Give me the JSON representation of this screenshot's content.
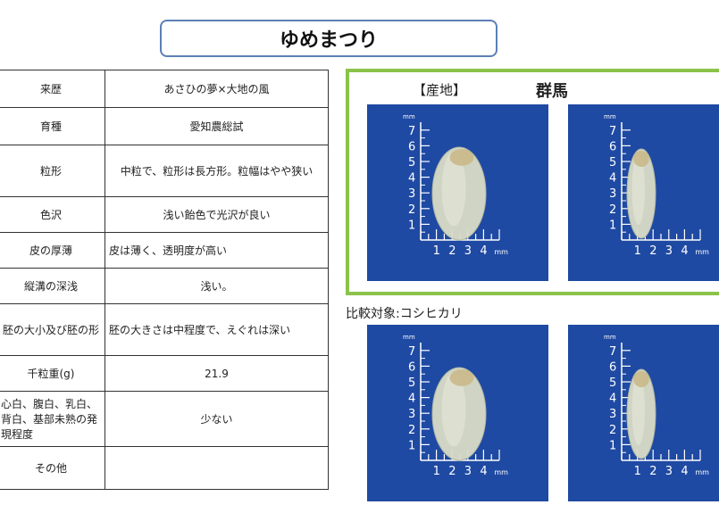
{
  "title": "ゆめまつり",
  "table": [
    {
      "label": "来歴",
      "value": "あさひの夢×大地の風"
    },
    {
      "label": "育種",
      "value": "愛知農総試"
    },
    {
      "label": "粒形",
      "value": "中粒で、粒形は長方形。粒幅はやや狭い"
    },
    {
      "label": "色沢",
      "value": "浅い飴色で光沢が良い"
    },
    {
      "label": "皮の厚薄",
      "value": "皮は薄く、透明度が高い"
    },
    {
      "label": "縦溝の深浅",
      "value": "浅い。"
    },
    {
      "label": "胚の大小及び胚の形",
      "value": "胚の大きさは中程度で、えぐれは深い"
    },
    {
      "label": "千粒重(g)",
      "value": "21.9"
    },
    {
      "label": "心白、腹白、乳白、背白、基部未熟の発現程度",
      "value": "少ない"
    },
    {
      "label": "その他",
      "value": ""
    }
  ],
  "origin_label": "【産地】",
  "origin_value": "群馬",
  "compare_label": "比較対象:コシヒカリ",
  "ruler": {
    "unit": "mm",
    "v_ticks": [
      "7",
      "6",
      "5",
      "4",
      "3",
      "2",
      "1"
    ],
    "h_ticks": [
      "1",
      "2",
      "3",
      "4"
    ]
  },
  "colors": {
    "photo_bg": "#1f4aa3",
    "frame": "#8bc34a",
    "title_border": "#5b7fb5"
  }
}
